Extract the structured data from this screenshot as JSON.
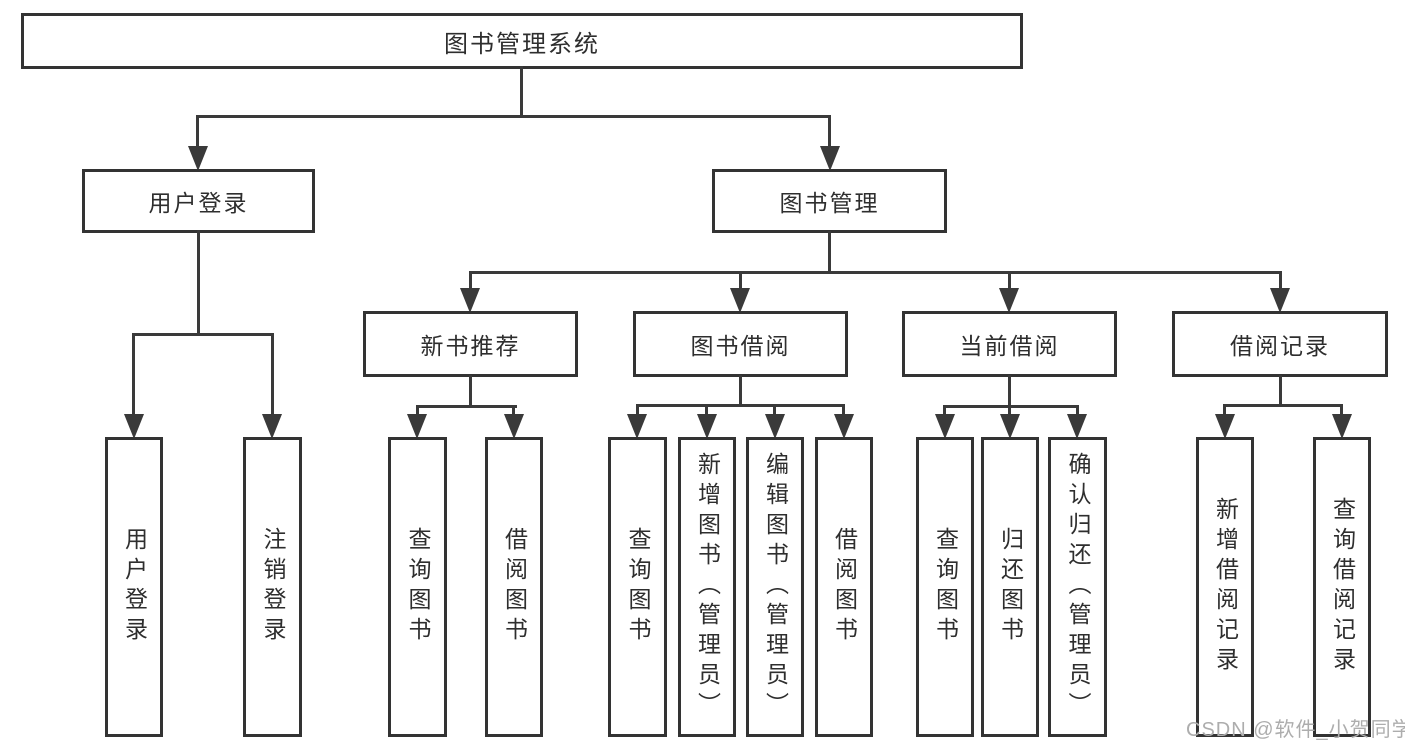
{
  "tree": {
    "label": "图书管理系统",
    "children": [
      {
        "label": "用户登录",
        "children": [
          {
            "label": "用户登录"
          },
          {
            "label": "注销登录"
          }
        ]
      },
      {
        "label": "图书管理",
        "children": [
          {
            "label": "新书推荐",
            "children": [
              {
                "label": "查询图书"
              },
              {
                "label": "借阅图书"
              }
            ]
          },
          {
            "label": "图书借阅",
            "children": [
              {
                "label": "查询图书"
              },
              {
                "label": "新增图书（管理员）"
              },
              {
                "label": "编辑图书（管理员）"
              },
              {
                "label": "借阅图书"
              }
            ]
          },
          {
            "label": "当前借阅",
            "children": [
              {
                "label": "查询图书"
              },
              {
                "label": "归还图书"
              },
              {
                "label": "确认归还（管理员）"
              }
            ]
          },
          {
            "label": "借阅记录",
            "children": [
              {
                "label": "新增借阅记录"
              },
              {
                "label": "查询借阅记录"
              }
            ]
          }
        ]
      }
    ]
  },
  "watermark": "CSDN @软件_小贺同学",
  "colors": {
    "line": "#3a3a3a",
    "box_border": "#333333",
    "text": "#2e2e2e",
    "background": "#ffffff",
    "watermark": "#adadad"
  }
}
